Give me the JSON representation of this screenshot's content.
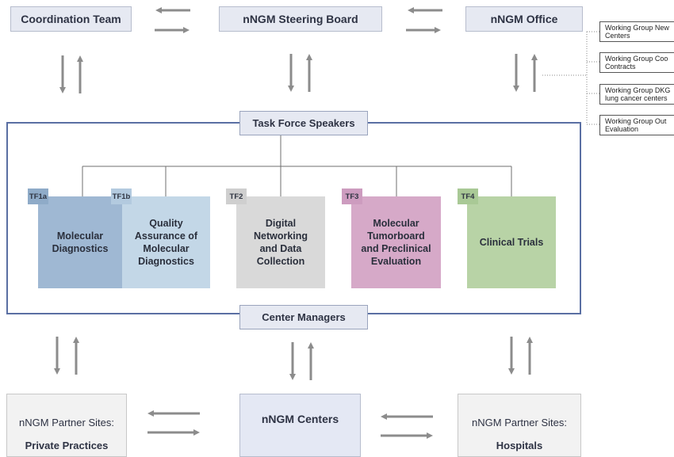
{
  "top_boxes": {
    "coordination": "Coordination Team",
    "steering": "nNGM Steering Board",
    "office": "nNGM Office"
  },
  "working_groups": [
    {
      "line1": "Working Group New",
      "line2": "Centers"
    },
    {
      "line1": "Working Group Coo",
      "line2": "Contracts"
    },
    {
      "line1": "Working Group DKG",
      "line2": "lung cancer centers"
    },
    {
      "line1": "Working Group Out",
      "line2": "Evaluation"
    }
  ],
  "task_force_speakers": "Task Force Speakers",
  "center_managers": "Center Managers",
  "task_forces": [
    {
      "tag": "TF1a",
      "label": "Molecular\nDiagnostics",
      "color": "#9fb8d3",
      "tag_color": "#8fabc8"
    },
    {
      "tag": "TF1b",
      "label": "Quality\nAssurance of\nMolecular\nDiagnostics",
      "color": "#c3d7e7",
      "tag_color": "#b3cadf"
    },
    {
      "tag": "TF2",
      "label": "Digital\nNetworking\nand Data\nCollection",
      "color": "#d9d9d9",
      "tag_color": "#cfcfcf"
    },
    {
      "tag": "TF3",
      "label": "Molecular\nTumorboard\nand Preclinical\nEvaluation",
      "color": "#d6a9c8",
      "tag_color": "#cd9cbf"
    },
    {
      "tag": "TF4",
      "label": "Clinical Trials",
      "color": "#b8d3a6",
      "tag_color": "#a9c996"
    }
  ],
  "bottom_boxes": {
    "private": {
      "line1": "nNGM Partner Sites:",
      "line2": "Private Practices"
    },
    "centers": "nNGM Centers",
    "hospitals": {
      "line1": "nNGM Partner Sites:",
      "line2": "Hospitals"
    }
  },
  "colors": {
    "frame": "#5a6fa3",
    "arrow": "#8c8c8c",
    "box_fill": "#e6e9f2"
  }
}
